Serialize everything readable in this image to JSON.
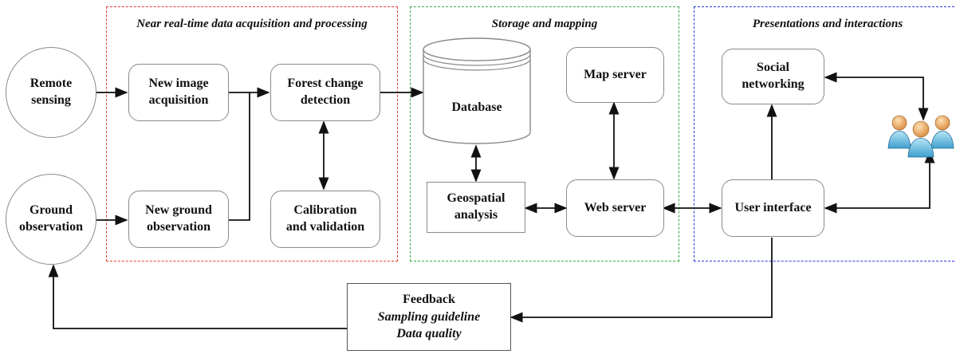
{
  "groups": {
    "acquisition": {
      "title": "Near real-time data acquisition and processing",
      "color": "#e8403a"
    },
    "storage": {
      "title": "Storage and mapping",
      "color": "#3aa84a"
    },
    "presentation": {
      "title": "Presentations and interactions",
      "color": "#2a3bdc"
    }
  },
  "nodes": {
    "remote_sensing": "Remote\nsensing",
    "ground_observation": "Ground\nobservation",
    "new_image_acquisition": "New image\nacquisition",
    "new_ground_observation": "New ground\nobservation",
    "forest_change_detection": "Forest change\ndetection",
    "calibration_validation": "Calibration\nand validation",
    "database": "Database",
    "map_server": "Map server",
    "geospatial_analysis": "Geospatial\nanalysis",
    "web_server": "Web server",
    "social_networking": "Social\nnetworking",
    "user_interface": "User interface"
  },
  "feedback": {
    "title": "Feedback",
    "line1": "Sampling guideline",
    "line2": "Data quality"
  },
  "icons": {
    "users": "users-group-icon"
  }
}
